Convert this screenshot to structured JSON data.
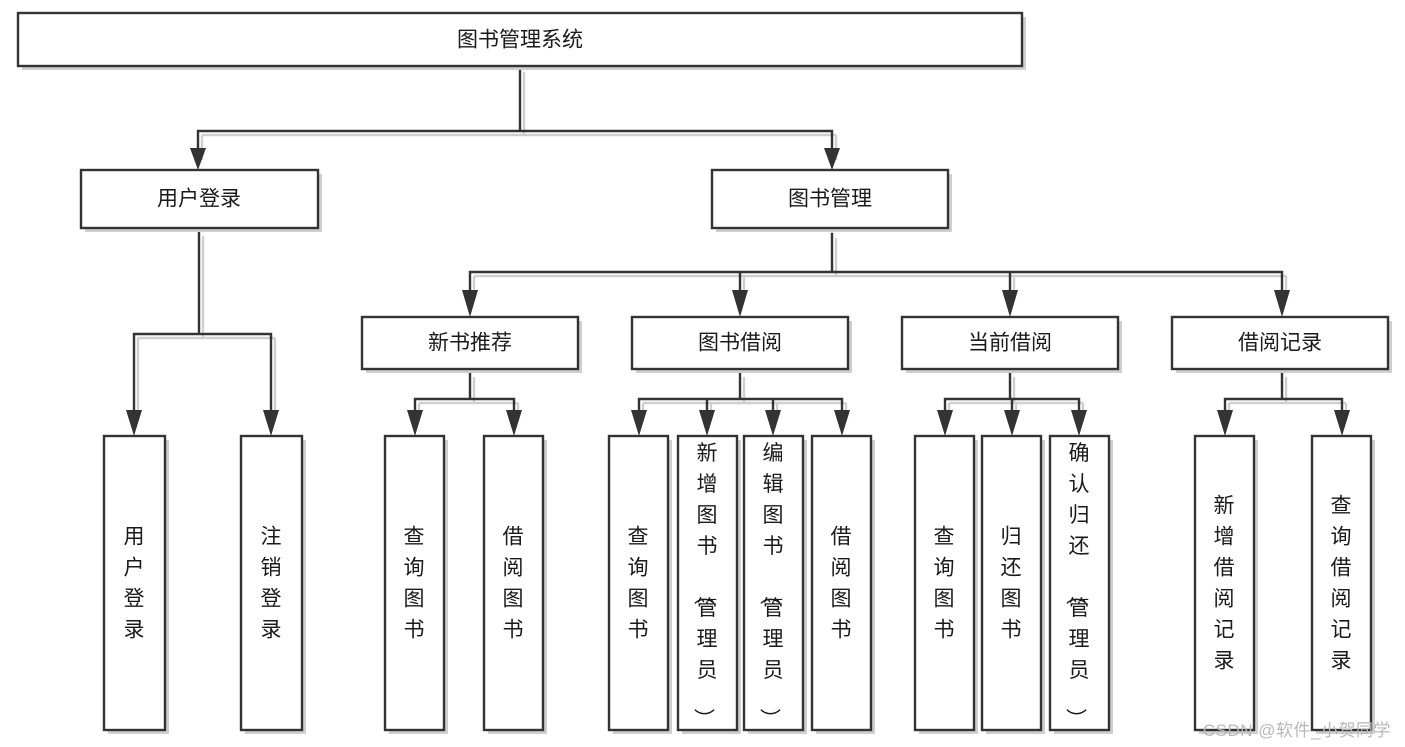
{
  "diagram": {
    "title": "图书管理系统",
    "watermark": "CSDN @软件_小贺同学",
    "colors": {
      "box_fill": "#ffffff",
      "box_stroke": "#333333",
      "shadow": "#cfcfcf",
      "text": "#1a1a1a",
      "watermark": "#b8b8b8",
      "background": "#ffffff"
    },
    "root": {
      "label": "图书管理系统"
    },
    "level2": [
      {
        "label": "用户登录"
      },
      {
        "label": "图书管理"
      }
    ],
    "level3": [
      {
        "label": "新书推荐"
      },
      {
        "label": "图书借阅"
      },
      {
        "label": "当前借阅"
      },
      {
        "label": "借阅记录"
      }
    ],
    "leaves": {
      "user_login": [
        {
          "label": "用户登录"
        },
        {
          "label": "注销登录"
        }
      ],
      "new_book": [
        {
          "label": "查询图书"
        },
        {
          "label": "借阅图书"
        }
      ],
      "book_borrow": [
        {
          "label": "查询图书"
        },
        {
          "label": "新增图书（管理员）"
        },
        {
          "label": "编辑图书（管理员）"
        },
        {
          "label": "借阅图书"
        }
      ],
      "current_borrow": [
        {
          "label": "查询图书"
        },
        {
          "label": "归还图书"
        },
        {
          "label": "确认归还（管理员）"
        }
      ],
      "borrow_record": [
        {
          "label": "新增借阅记录"
        },
        {
          "label": "查询借阅记录"
        }
      ]
    }
  }
}
